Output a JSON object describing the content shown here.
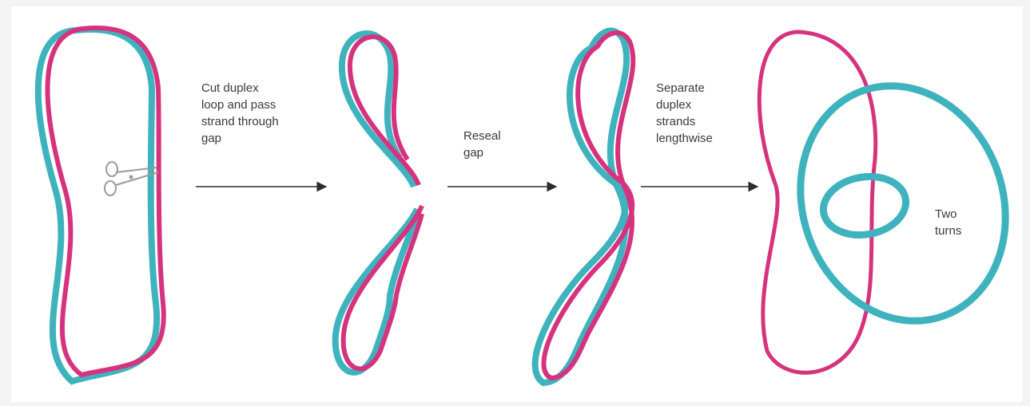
{
  "colors": {
    "strand_pink": "#d6337f",
    "strand_cyan": "#3fb3bd",
    "strand_cyan_dark": "#1f8690",
    "arrow": "#2b2b2b",
    "text": "#3a3a3a"
  },
  "steps": [
    {
      "label": "Cut duplex\nloop and pass\nstrand through\ngap"
    },
    {
      "label": "Reseal\ngap"
    },
    {
      "label": "Separate\nduplex\nstrands\nlengthwise"
    }
  ],
  "result_label": "Two\nturns",
  "icons": [
    "scissors-icon"
  ]
}
